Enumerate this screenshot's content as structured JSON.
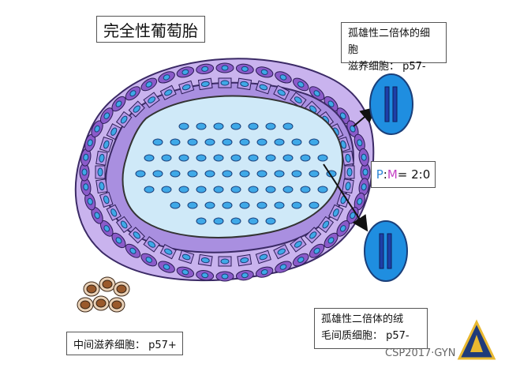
{
  "title": "完全性葡萄胎",
  "labels": {
    "top_right_line1": "孤雄性二倍体的细胞",
    "top_right_line2": "滋养细胞：  p57-",
    "ratio_p": "P",
    "ratio_colon": ":",
    "ratio_m": "M",
    "ratio_rest": " = 2:0",
    "bottom_right_line1": "孤雄性二倍体的绒",
    "bottom_right_line2": "毛间质细胞：  p57-",
    "bottom_left": "中间滋养细胞：  p57+"
  },
  "watermark": {
    "text": "CSP2017·GYN"
  },
  "colors": {
    "trophoblast_purple": "#8b5bc9",
    "trophoblast_light": "#b69ae8",
    "nucleus_blue": "#3fa9e8",
    "stroma_fill": "#cfe9f8",
    "cell_blue": "#1f8ee0",
    "p_color": "#2e86d6",
    "m_color": "#c43fc4",
    "brown_cell": "#9a5a2c"
  }
}
